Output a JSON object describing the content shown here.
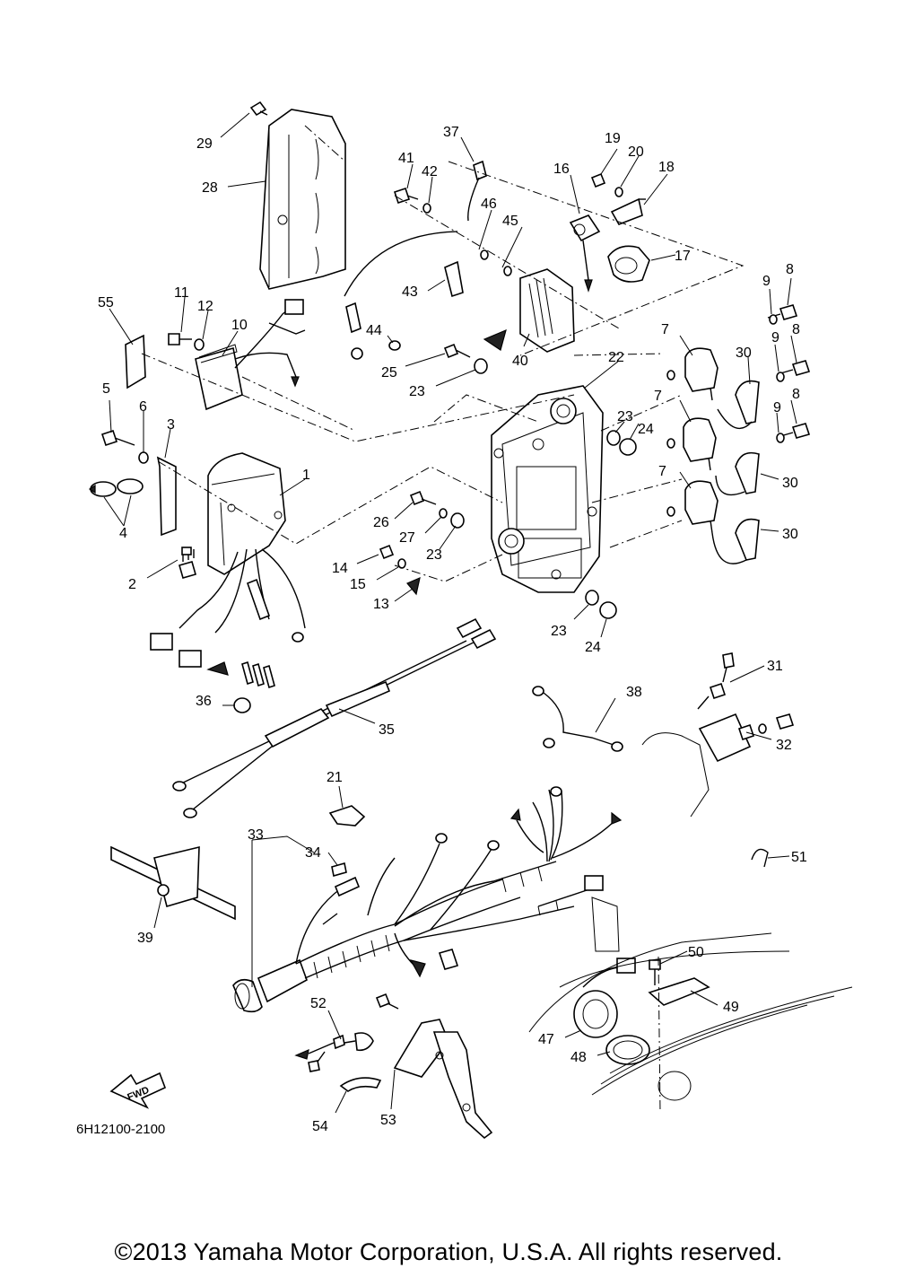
{
  "diagram_code": "6H12100-2100",
  "fwd_label": "FWD",
  "copyright": "©2013 Yamaha Motor Corporation, U.S.A. All rights reserved.",
  "callouts": [
    "1",
    "2",
    "3",
    "4",
    "5",
    "6",
    "7",
    "7",
    "7",
    "8",
    "8",
    "8",
    "9",
    "9",
    "9",
    "10",
    "11",
    "12",
    "13",
    "14",
    "15",
    "16",
    "17",
    "18",
    "19",
    "20",
    "21",
    "22",
    "23",
    "23",
    "23",
    "23",
    "24",
    "24",
    "25",
    "26",
    "27",
    "28",
    "29",
    "30",
    "30",
    "30",
    "31",
    "32",
    "33",
    "34",
    "35",
    "36",
    "37",
    "38",
    "39",
    "40",
    "41",
    "42",
    "43",
    "44",
    "45",
    "46",
    "47",
    "48",
    "49",
    "50",
    "51",
    "52",
    "53",
    "54",
    "55"
  ]
}
